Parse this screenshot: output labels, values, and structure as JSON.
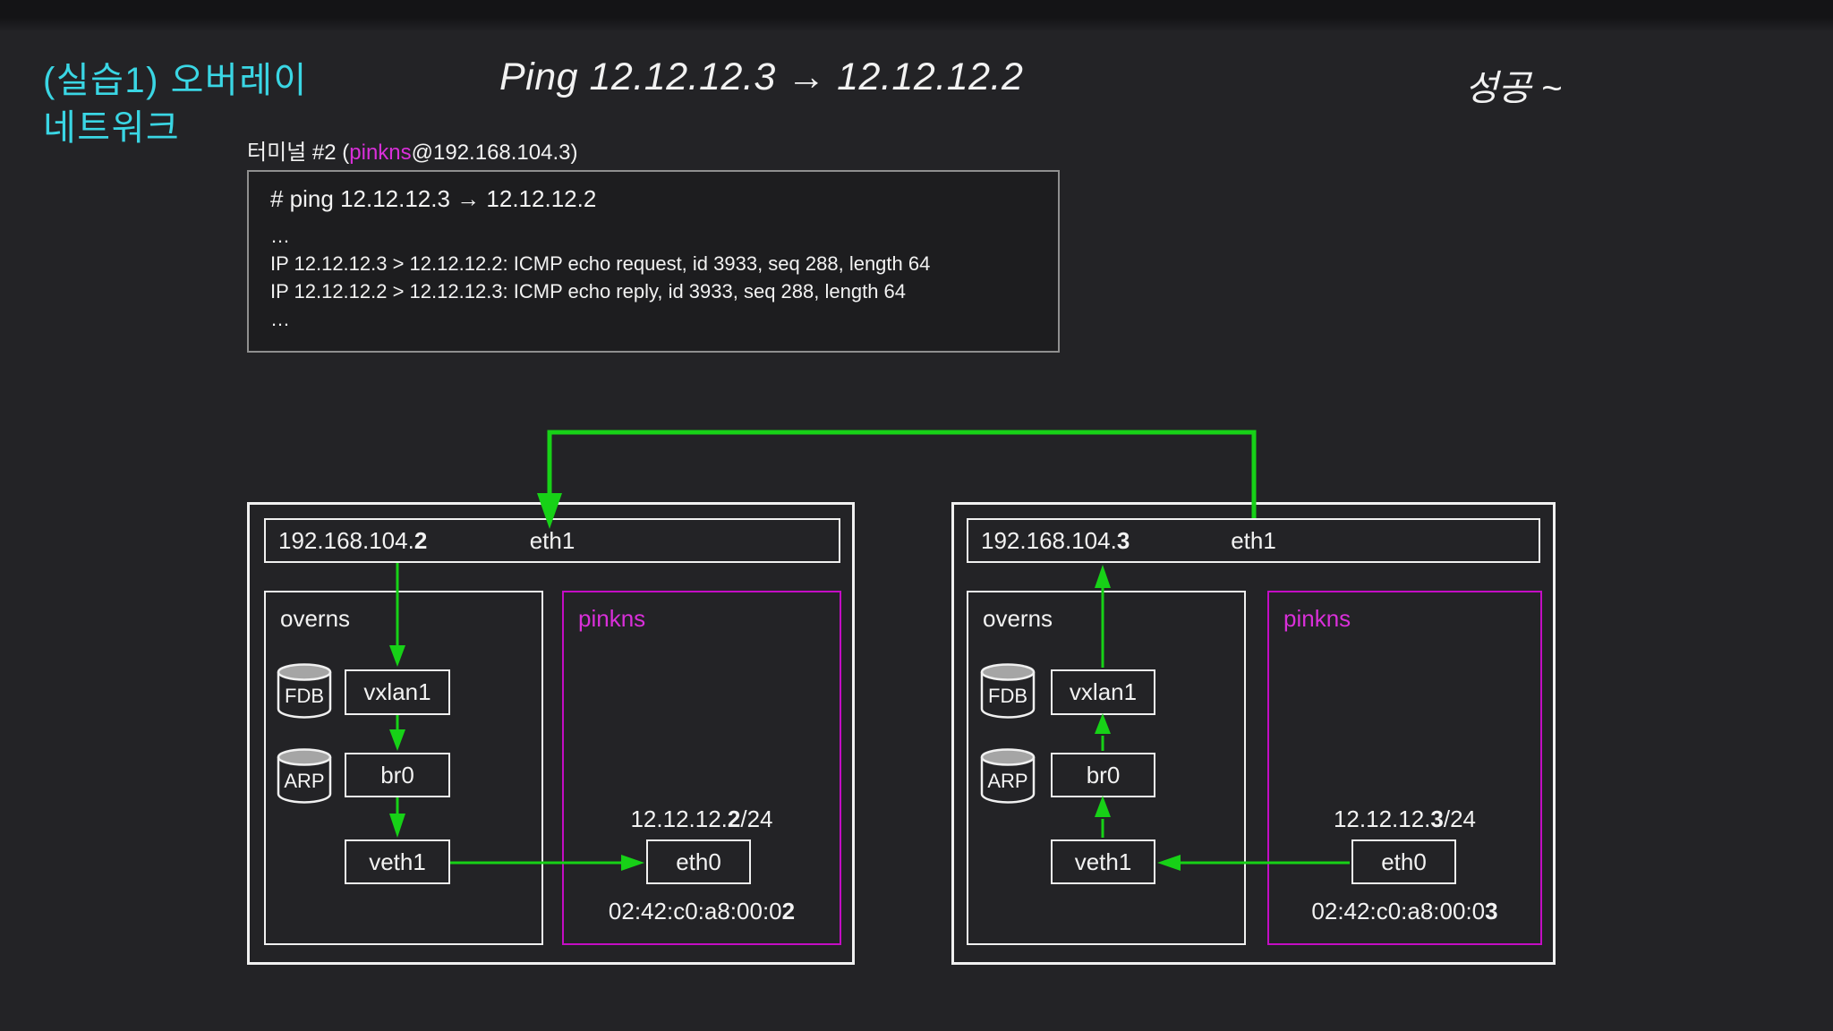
{
  "colors": {
    "background": "#232326",
    "cyan_title": "#3ad6e4",
    "green_arrow": "#17d117",
    "magenta_border": "#c40dc4",
    "magenta_text": "#d92fd9",
    "box_border": "#f0f0f0",
    "terminal_border": "#8f8f8f"
  },
  "header": {
    "lesson_line1": "(실습1) 오버레이",
    "lesson_line2": "네트워크",
    "title": "Ping 12.12.12.3 → 12.12.12.2",
    "status": "성공 ~"
  },
  "terminal": {
    "label_prefix": "터미널 #2 (",
    "label_user": "pinkns",
    "label_suffix": "@192.168.104.3)",
    "lines": [
      "# ping 12.12.12.3 → 12.12.12.2",
      "…",
      "IP 12.12.12.3 > 12.12.12.2: ICMP echo request, id 3933, seq 288, length 64",
      "IP 12.12.12.2 > 12.12.12.3: ICMP echo reply, id 3933, seq 288, length 64",
      "…"
    ]
  },
  "hosts": {
    "left": {
      "ip_prefix": "192.168.104.",
      "ip_bold": "2",
      "nic_label": "eth1",
      "overlay_namespace": "overns",
      "pink_namespace": "pinkns",
      "fdb_label": "FDB",
      "arp_label": "ARP",
      "vxlan_label": "vxlan1",
      "bridge_label": "br0",
      "veth_label": "veth1",
      "eth0_label": "eth0",
      "pod_ip_prefix": "12.12.12.",
      "pod_ip_bold": "2",
      "pod_ip_suffix": "/24",
      "mac_prefix": "02:42:c0:a8:00:0",
      "mac_bold": "2"
    },
    "right": {
      "ip_prefix": "192.168.104.",
      "ip_bold": "3",
      "nic_label": "eth1",
      "overlay_namespace": "overns",
      "pink_namespace": "pinkns",
      "fdb_label": "FDB",
      "arp_label": "ARP",
      "vxlan_label": "vxlan1",
      "bridge_label": "br0",
      "veth_label": "veth1",
      "eth0_label": "eth0",
      "pod_ip_prefix": "12.12.12.",
      "pod_ip_bold": "3",
      "pod_ip_suffix": "/24",
      "mac_prefix": "02:42:c0:a8:00:0",
      "mac_bold": "3"
    }
  }
}
